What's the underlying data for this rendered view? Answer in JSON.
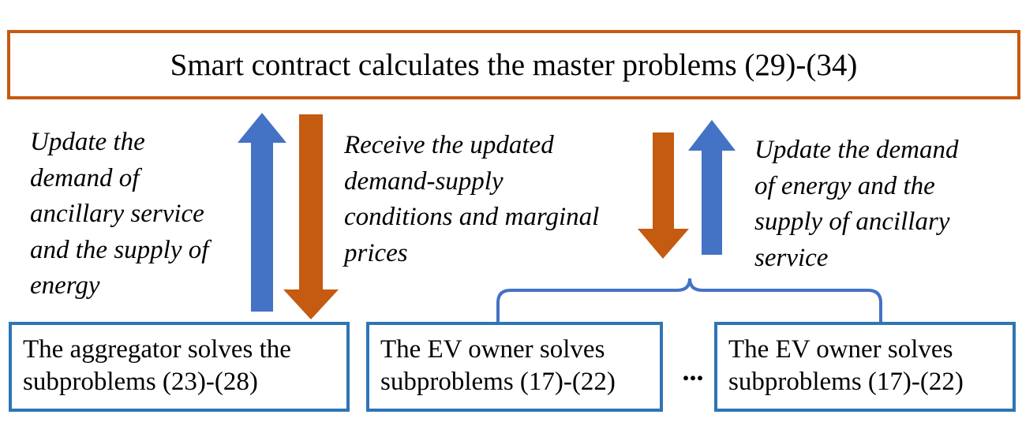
{
  "master": {
    "text": "Smart contract calculates the master problems (29)-(34)"
  },
  "left_label": {
    "lines": [
      "Update the",
      "demand of",
      "ancillary service",
      "and the supply of",
      "energy"
    ]
  },
  "middle_label": {
    "lines": [
      "Receive the updated",
      "demand-supply",
      "conditions and marginal",
      "prices"
    ]
  },
  "right_label": {
    "lines": [
      "Update the demand",
      "of energy and the",
      "supply of ancillary",
      "service"
    ]
  },
  "aggregator_box": {
    "lines": [
      "The aggregator solves the",
      "subproblems (23)-(28)"
    ]
  },
  "ev_box_1": {
    "lines": [
      "The EV owner solves",
      "subproblems (17)-(22)"
    ]
  },
  "ev_box_2": {
    "lines": [
      "The EV owner solves",
      "subproblems (17)-(22)"
    ]
  },
  "ellipsis": "...",
  "colors": {
    "orange": "#c55a11",
    "blue": "#4472c4",
    "box_blue": "#2e75b6"
  }
}
